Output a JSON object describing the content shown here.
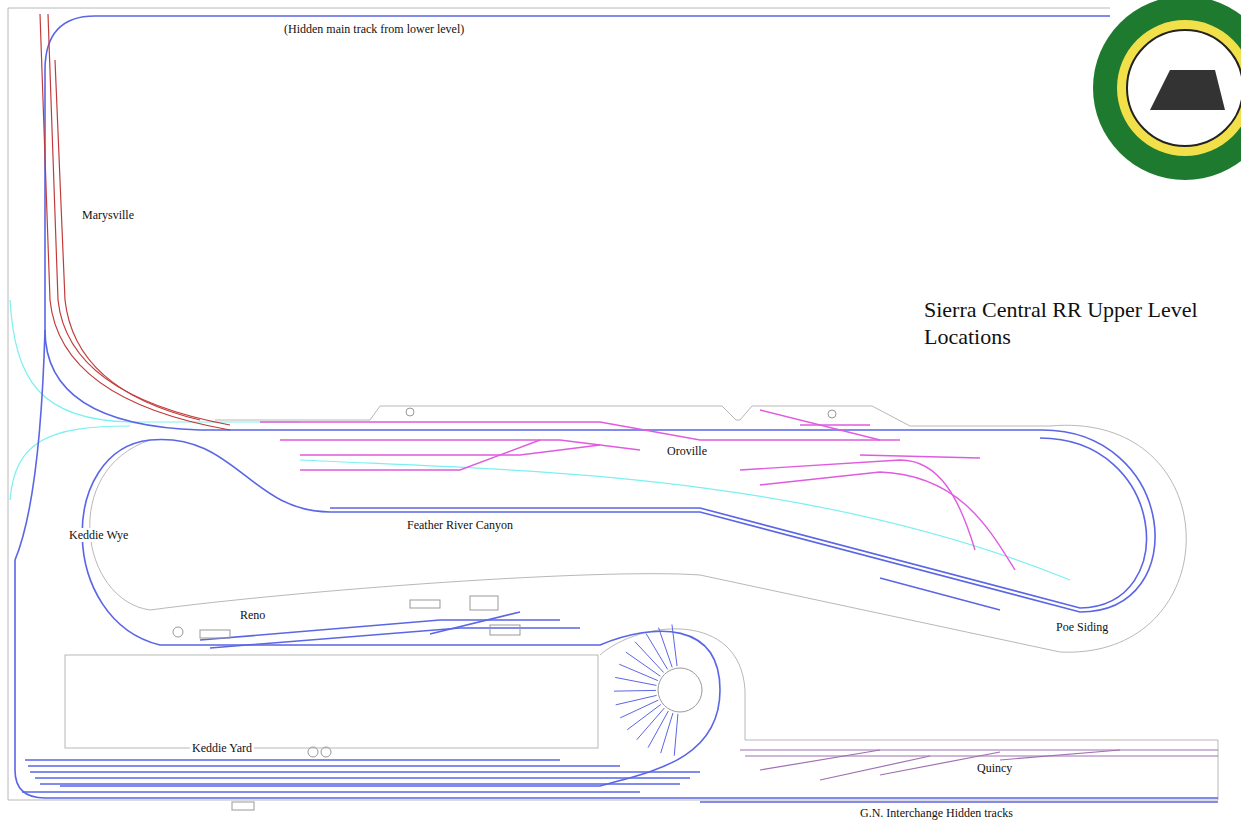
{
  "diagram": {
    "title": "Sierra Central RR Upper Level Locations",
    "labels": [
      "(Hidden main track from lower level)",
      "Marysville",
      "Oroville",
      "Feather River Canyon",
      "Keddie Wye",
      "Reno",
      "Poe Siding",
      "Keddie Yard",
      "Quincy",
      "G.N. Interchange Hidden tracks"
    ]
  }
}
